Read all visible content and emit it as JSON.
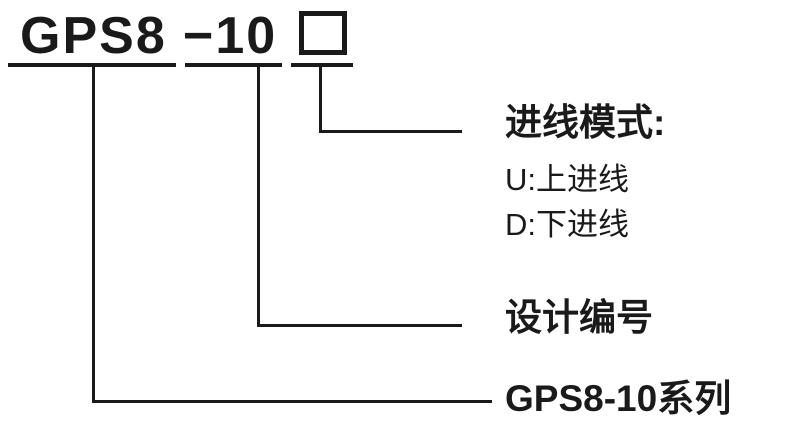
{
  "code": {
    "series": "GPS8",
    "design_number": "−10"
  },
  "callouts": {
    "inlet_mode": {
      "title": "进线模式:",
      "options": [
        "U:上进线",
        "D:下进线"
      ]
    },
    "design_number_label": "设计编号",
    "series_label": "GPS8-10系列"
  },
  "colors": {
    "ink": "#1a1a1a",
    "background": "#ffffff"
  }
}
